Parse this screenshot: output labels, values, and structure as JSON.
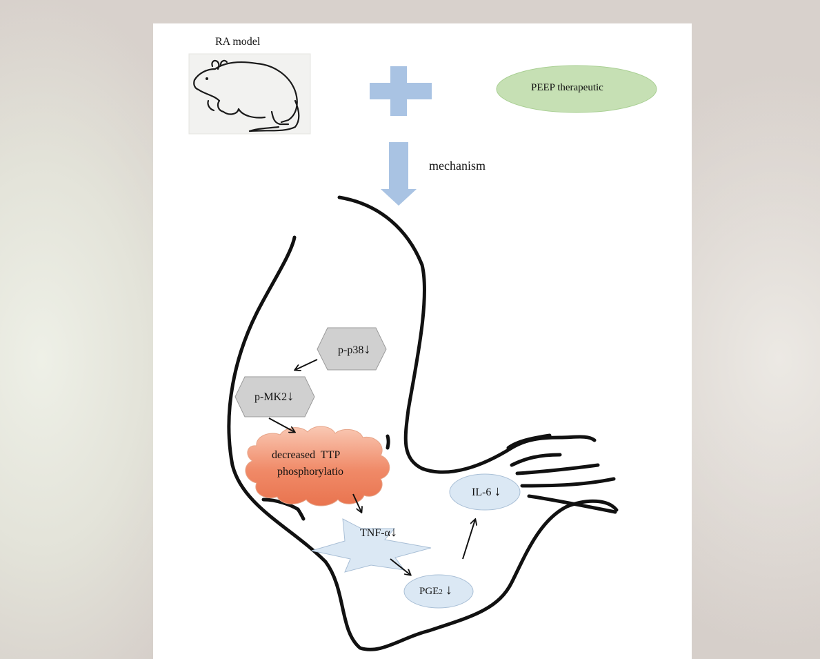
{
  "top": {
    "model_label": "RA model",
    "treatment_label": "PEEP therapeutic",
    "arrow_label": "mechanism"
  },
  "nodes": {
    "p38": "p-p38",
    "mk2": "p-MK2",
    "ttp_line1": "decreased  TTP",
    "ttp_line2": "phosphorylatio",
    "tnf": "TNF-α",
    "pge2_main": "PGE",
    "pge2_sub": "2",
    "il6": "IL-6",
    "down_arrow": "↓"
  },
  "colors": {
    "blue_arrow": "#a9c3e3",
    "green_ellipse": "#c6e0b4",
    "gray_hexagon": "#d0d0d0",
    "cloud_orange": "#f08a68",
    "light_blue": "#dbe8f4"
  }
}
